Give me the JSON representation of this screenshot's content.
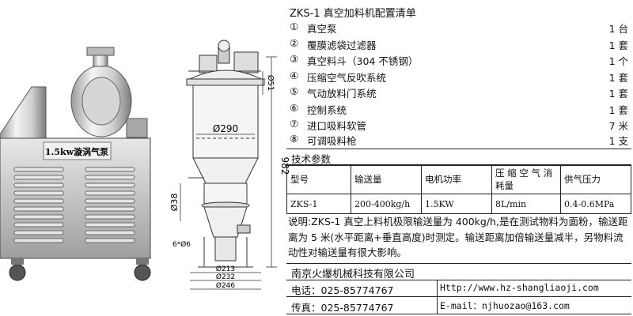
{
  "drawing": {
    "machine_label": "1.5kw漩涡气泵",
    "dimensions": {
      "height": "982",
      "diameter_body": "Ø290",
      "diameter_top": "Ø51",
      "diameter_inlet": "Ø38",
      "leg_spec": "6*Ø6",
      "d213": "Ø213",
      "d232": "Ø232",
      "d246": "Ø246"
    }
  },
  "sheet": {
    "title": "ZKS-1 真空加料机配置清单",
    "items": [
      {
        "num": "①",
        "name": "真空泵",
        "qty": "1 台"
      },
      {
        "num": "②",
        "name": "覆膜滤袋过滤器",
        "qty": "1 套"
      },
      {
        "num": "③",
        "name": "真空料斗（304 不锈钢）",
        "qty": "1 个"
      },
      {
        "num": "④",
        "name": "压缩空气反吹系统",
        "qty": "1 套"
      },
      {
        "num": "⑤",
        "name": "气动放料门系统",
        "qty": "1 套"
      },
      {
        "num": "⑥",
        "name": "控制系统",
        "qty": "1 套"
      },
      {
        "num": "⑦",
        "name": "进口吸料软管",
        "qty": "7 米"
      },
      {
        "num": "⑧",
        "name": "可调吸料枪",
        "qty": "1 支"
      }
    ],
    "params_title": "技术参数",
    "spec_headers": [
      "型号",
      "输送量",
      "电机功率",
      "压 缩 空 气 消耗量",
      "供气压力"
    ],
    "spec_values": [
      "ZKS-1",
      "200-400kg/h",
      "1.5KW",
      "8L/min",
      "0.4-0.6MPa"
    ],
    "note": "说明:ZKS-1 真空上料机极限输送量为 400kg/h,是在测试物料为面粉，输送距离为 5 米(水平距离+垂直高度)时测定。输送距离加倍输送量减半，另物料流动性对输送量有很大影响。",
    "company": "南京火爆机械科技有限公司",
    "phone": "电话：025-85774767",
    "fax": "传真：025-85774767",
    "website": "Http://www.hz-shangliaoji.com",
    "email": "E-mail：njhuozao@163.com"
  }
}
